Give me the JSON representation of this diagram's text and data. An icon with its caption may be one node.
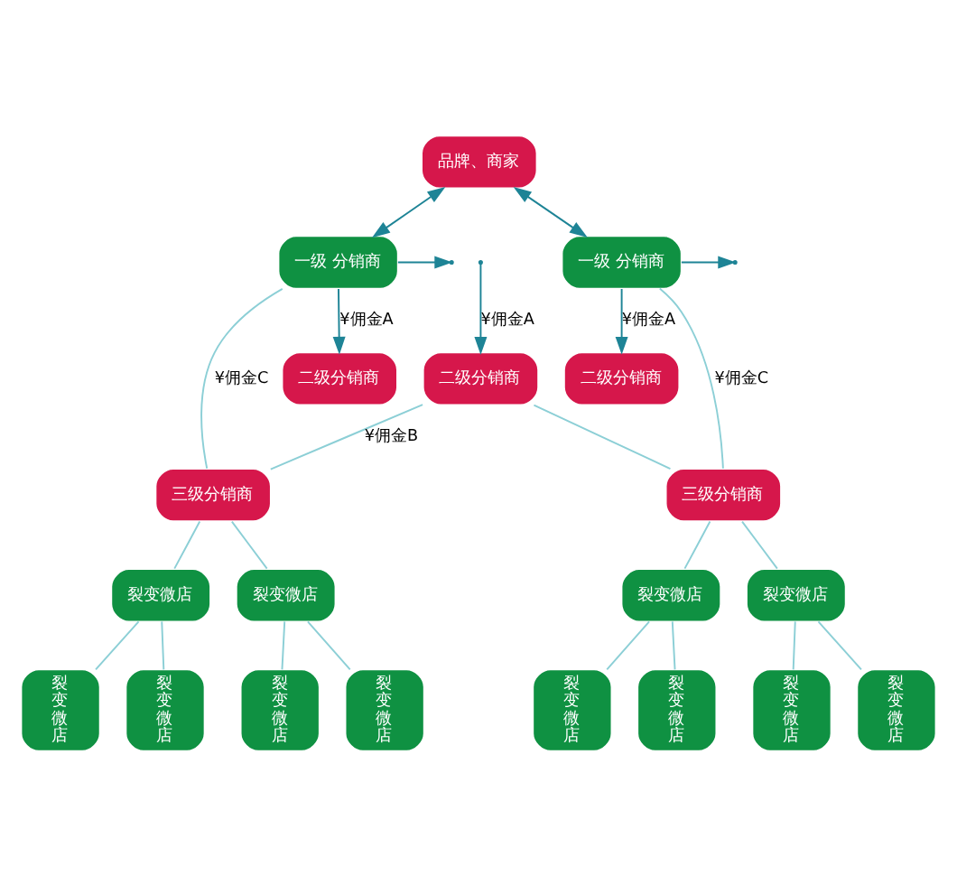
{
  "diagram": {
    "nodes": [
      {
        "text": [
          "品牌、商家"
        ]
      },
      {
        "text": [
          "一级 分销商"
        ]
      },
      {
        "text": [
          "一级 分销商"
        ]
      },
      {
        "text": [
          "二级分销商"
        ]
      },
      {
        "text": [
          "二级分销商"
        ]
      },
      {
        "text": [
          "二级分销商"
        ]
      },
      {
        "text": [
          "三级分销商"
        ]
      },
      {
        "text": [
          "三级分销商"
        ]
      },
      {
        "text": [
          "裂变微店"
        ]
      },
      {
        "text": [
          "裂变微店"
        ]
      },
      {
        "text": [
          "裂变微店"
        ]
      },
      {
        "text": [
          "裂变微店"
        ]
      },
      {
        "text": [
          "裂变微店"
        ]
      },
      {
        "text": [
          "裂变微店"
        ]
      },
      {
        "text": [
          "裂变微店"
        ]
      },
      {
        "text": [
          "裂变微店"
        ]
      },
      {
        "text": [
          "裂变微店"
        ]
      },
      {
        "text": [
          "裂变微店"
        ]
      },
      {
        "text": [
          "裂变微店"
        ]
      },
      {
        "text": [
          "裂变微店"
        ]
      }
    ],
    "edges": [
      {
        "from": 0,
        "to": 1,
        "arrow": "both",
        "color": "#1e8496"
      },
      {
        "from": 0,
        "to": 2,
        "arrow": "both",
        "color": "#1e8496"
      },
      {
        "from": 1,
        "to": null,
        "arrow": "to",
        "color": "#1e8496"
      },
      {
        "from": 2,
        "to": null,
        "arrow": "to",
        "color": "#1e8496"
      },
      {
        "from": 1,
        "to": 3,
        "label": "¥佣金A",
        "arrow": "to",
        "color": "#1e8496"
      },
      {
        "from": null,
        "to": 4,
        "label": "¥佣金A",
        "arrow": "to",
        "color": "#1e8496"
      },
      {
        "from": 2,
        "to": 5,
        "label": "¥佣金A",
        "arrow": "to",
        "color": "#1e8496"
      },
      {
        "from": 4,
        "to": 6,
        "label": "¥佣金B",
        "arrow": "none"
      },
      {
        "from": 4,
        "to": 7,
        "arrow": "none"
      },
      {
        "from": 1,
        "to": 6,
        "label": "¥佣金C",
        "arrow": "none"
      },
      {
        "from": 2,
        "to": 7,
        "label": "¥佣金C",
        "arrow": "none"
      },
      {
        "from": 6,
        "to": 8,
        "arrow": "none"
      },
      {
        "from": 6,
        "to": 9,
        "arrow": "none"
      },
      {
        "from": 7,
        "to": 10,
        "arrow": "none"
      },
      {
        "from": 7,
        "to": 11,
        "arrow": "none"
      },
      {
        "from": 8,
        "to": 12,
        "arrow": "none"
      },
      {
        "from": 8,
        "to": 13,
        "arrow": "none"
      },
      {
        "from": 9,
        "to": 14,
        "arrow": "none"
      },
      {
        "from": 9,
        "to": 15,
        "arrow": "none"
      },
      {
        "from": 10,
        "to": 16,
        "arrow": "none"
      },
      {
        "from": 10,
        "to": 17,
        "arrow": "none"
      },
      {
        "from": 11,
        "to": 18,
        "arrow": "none"
      },
      {
        "from": 11,
        "to": 19,
        "arrow": "none"
      }
    ]
  }
}
